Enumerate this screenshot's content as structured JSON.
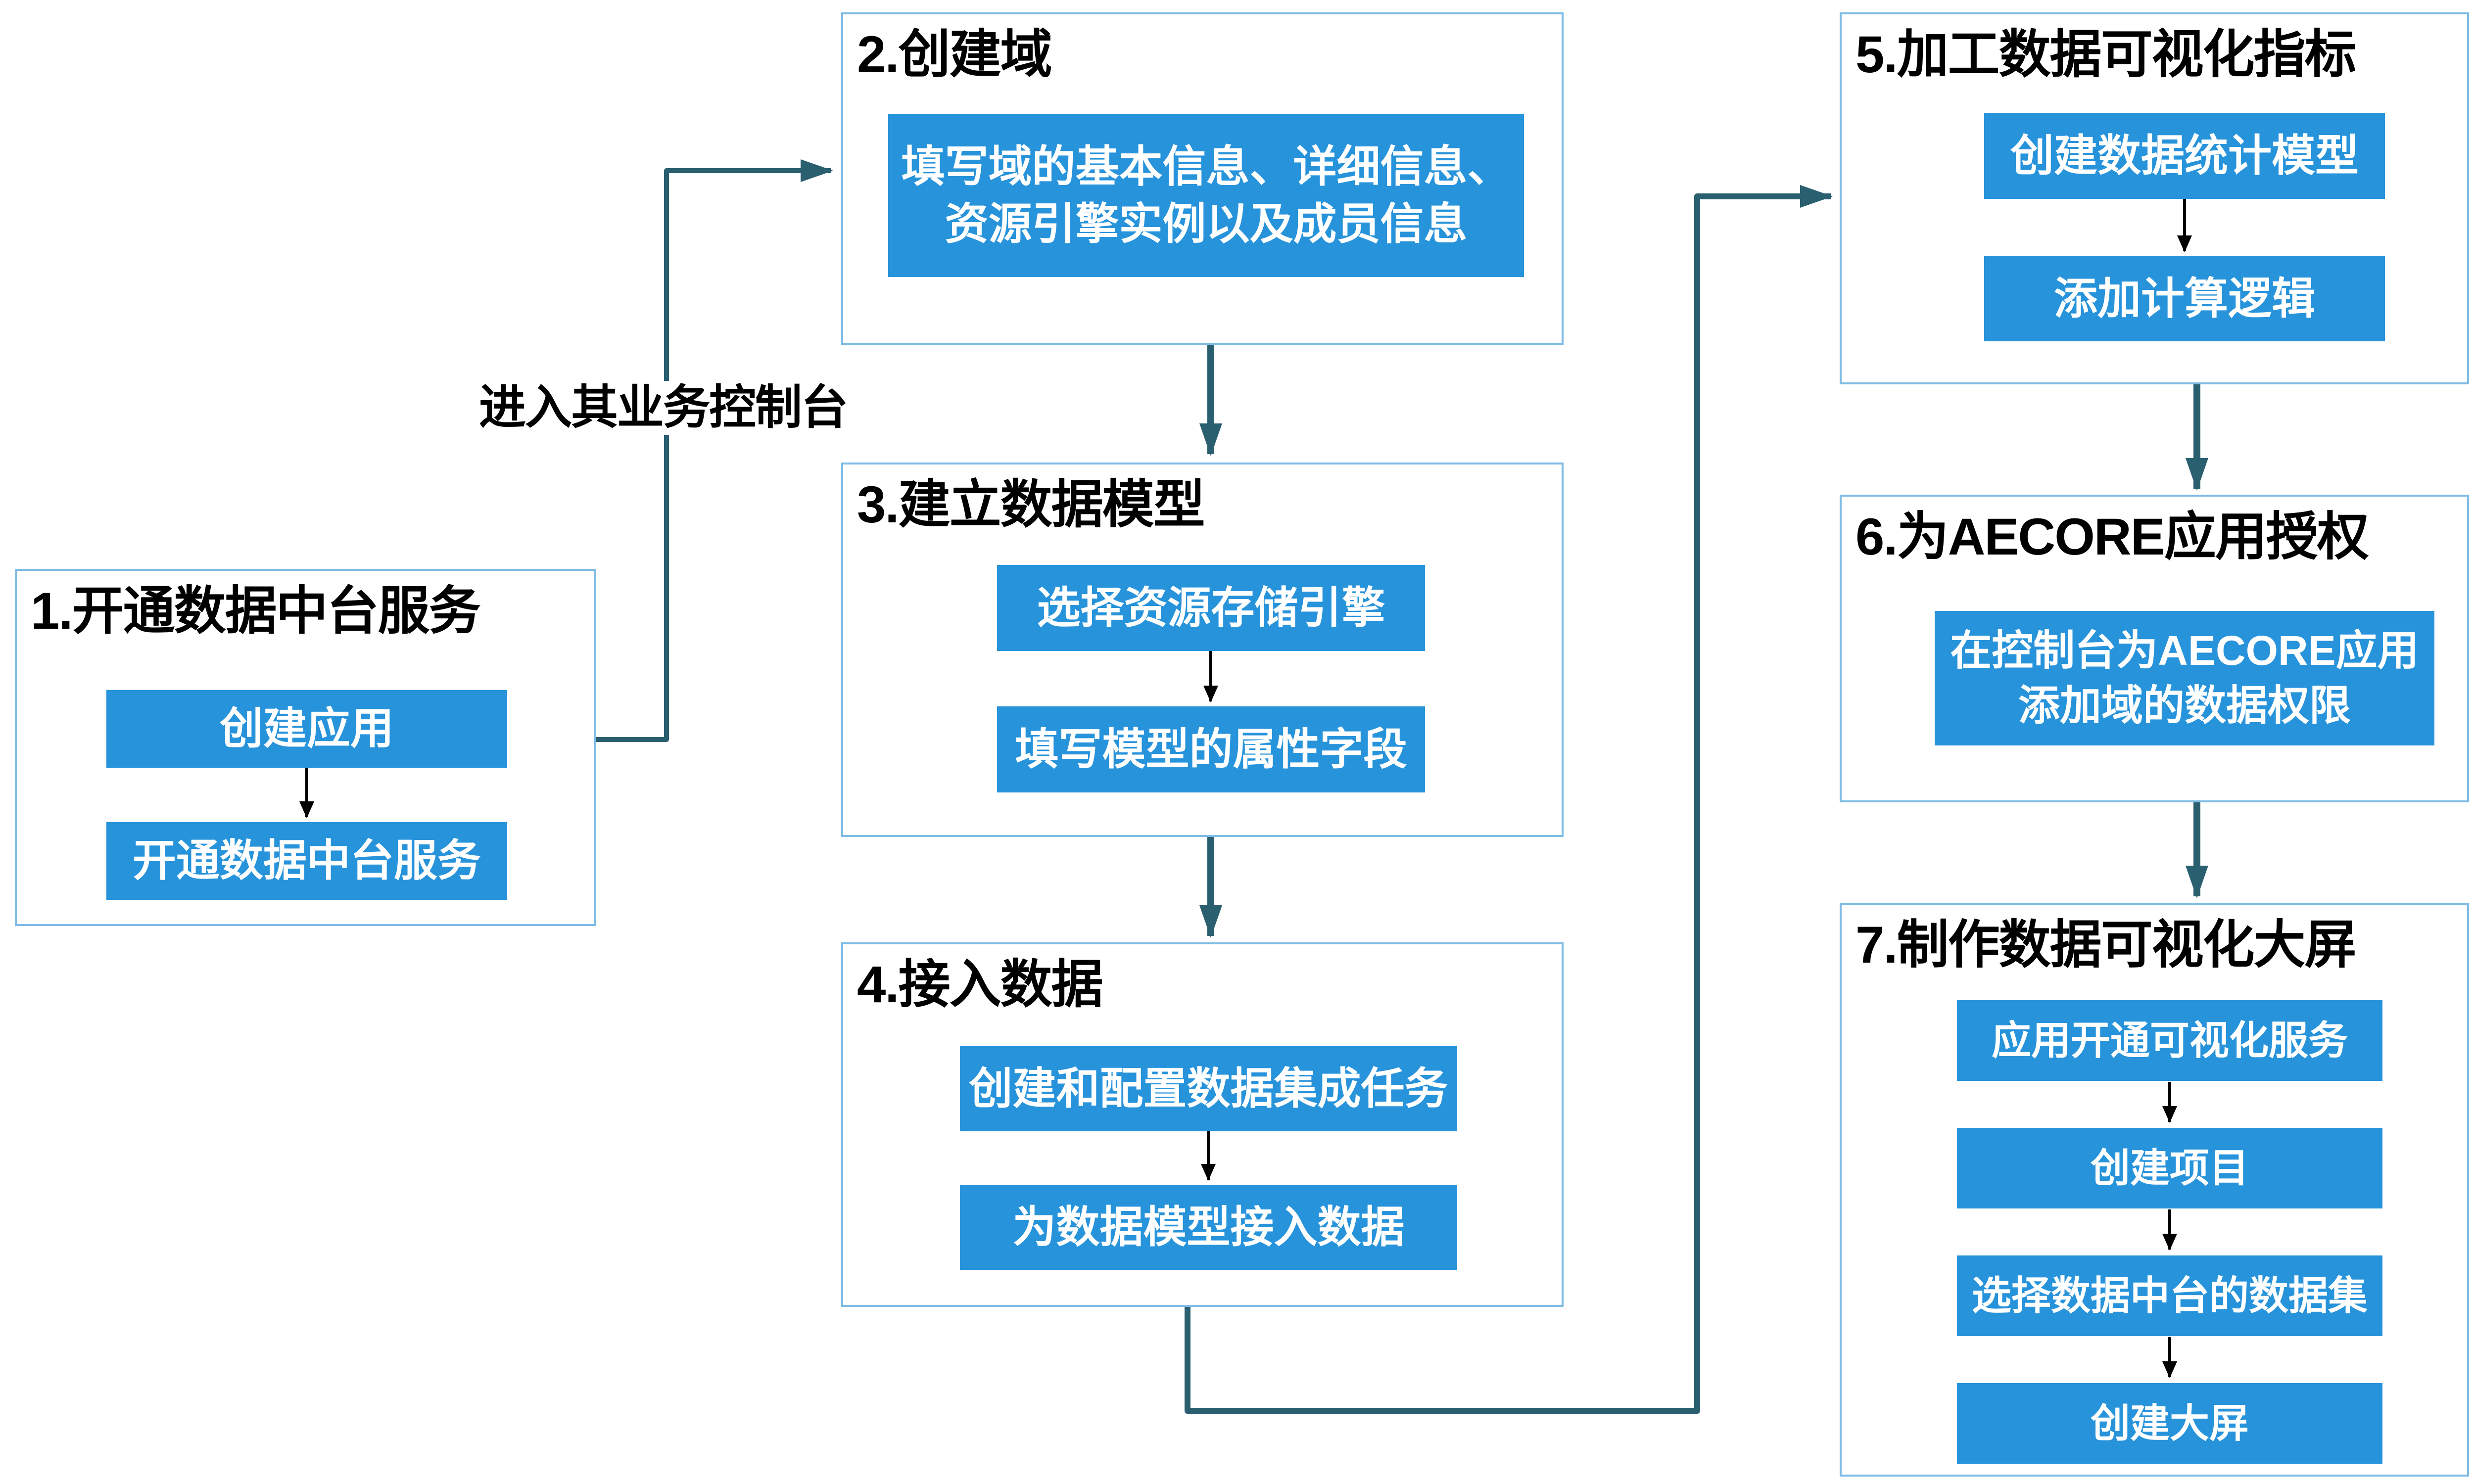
{
  "diagram": {
    "type": "flowchart",
    "language": "zh-CN",
    "connector_label": {
      "text": "进入其业务控制台"
    },
    "colors": {
      "step_fill": "#2793db",
      "panel_border": "#7fbce5",
      "connector_teal": "#2a5f70",
      "inner_arrow_black": "#000000",
      "title_text": "#000000",
      "step_text": "#ffffff",
      "background": "#ffffff"
    },
    "groups": [
      {
        "title": "1.开通数据中台服务",
        "steps": [
          {
            "lines": [
              "创建应用"
            ]
          },
          {
            "lines": [
              "开通数据中台服务"
            ]
          }
        ]
      },
      {
        "title": "2.创建域",
        "steps": [
          {
            "lines": [
              "填写域的基本信息、详细信息、",
              "资源引擎实例以及成员信息"
            ]
          }
        ]
      },
      {
        "title": "3.建立数据模型",
        "steps": [
          {
            "lines": [
              "选择资源存储引擎"
            ]
          },
          {
            "lines": [
              "填写模型的属性字段"
            ]
          }
        ]
      },
      {
        "title": "4.接入数据",
        "steps": [
          {
            "lines": [
              "创建和配置数据集成任务"
            ]
          },
          {
            "lines": [
              "为数据模型接入数据"
            ]
          }
        ]
      },
      {
        "title": "5.加工数据可视化指标",
        "steps": [
          {
            "lines": [
              "创建数据统计模型"
            ]
          },
          {
            "lines": [
              "添加计算逻辑"
            ]
          }
        ]
      },
      {
        "title": "6.为AECORE应用授权",
        "steps": [
          {
            "lines": [
              "在控制台为AECORE应用",
              "添加域的数据权限"
            ]
          }
        ]
      },
      {
        "title": "7.制作数据可视化大屏",
        "steps": [
          {
            "lines": [
              "应用开通可视化服务"
            ]
          },
          {
            "lines": [
              "创建项目"
            ]
          },
          {
            "lines": [
              "选择数据中台的数据集"
            ]
          },
          {
            "lines": [
              "创建大屏"
            ]
          }
        ]
      }
    ],
    "edges": [
      [
        "1",
        "2"
      ],
      [
        "2",
        "3"
      ],
      [
        "3",
        "4"
      ],
      [
        "4",
        "5"
      ],
      [
        "5",
        "6"
      ],
      [
        "6",
        "7"
      ]
    ]
  }
}
